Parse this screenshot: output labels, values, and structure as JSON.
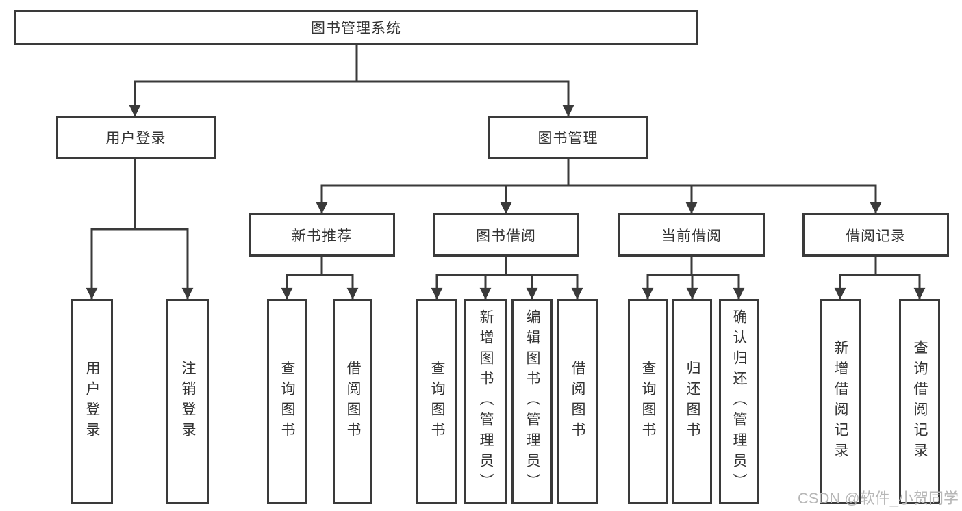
{
  "page": {
    "watermark": "CSDN @软件_小贺同学"
  },
  "colors": {
    "line": "#3a3a3a",
    "text": "#333333",
    "box_fill": "#ffffff",
    "watermark": "#b7b7b7"
  },
  "tree": {
    "root": {
      "label": "图书管理系统",
      "children": [
        {
          "label": "用户登录",
          "children": [
            {
              "label": "用户登录"
            },
            {
              "label": "注销登录"
            }
          ]
        },
        {
          "label": "图书管理",
          "children": [
            {
              "label": "新书推荐",
              "children": [
                {
                  "label": "查询图书"
                },
                {
                  "label": "借阅图书"
                }
              ]
            },
            {
              "label": "图书借阅",
              "children": [
                {
                  "label": "查询图书"
                },
                {
                  "label": "新增图书（管理员）"
                },
                {
                  "label": "编辑图书（管理员）"
                },
                {
                  "label": "借阅图书"
                }
              ]
            },
            {
              "label": "当前借阅",
              "children": [
                {
                  "label": "查询图书"
                },
                {
                  "label": "归还图书"
                },
                {
                  "label": "确认归还（管理员）"
                }
              ]
            },
            {
              "label": "借阅记录",
              "children": [
                {
                  "label": "新增借阅记录"
                },
                {
                  "label": "查询借阅记录"
                }
              ]
            }
          ]
        }
      ]
    }
  }
}
